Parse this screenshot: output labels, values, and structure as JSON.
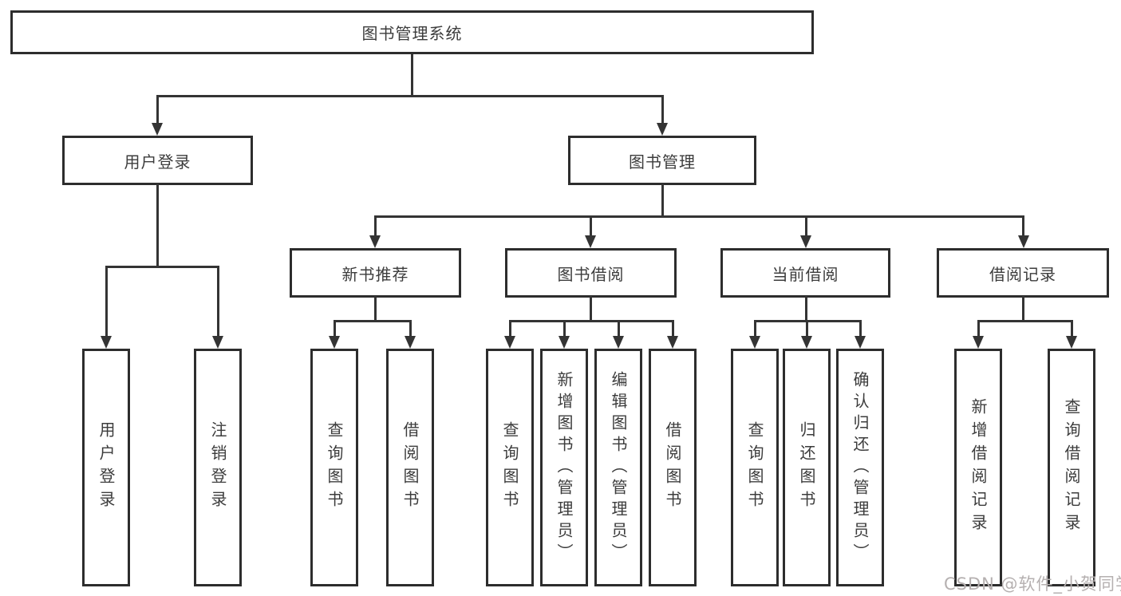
{
  "diagram_title": "图书管理系统",
  "tree": {
    "label": "图书管理系统",
    "children": [
      {
        "label": "用户登录",
        "children": [
          {
            "label": "用户登录"
          },
          {
            "label": "注销登录"
          }
        ]
      },
      {
        "label": "图书管理",
        "children": [
          {
            "label": "新书推荐",
            "children": [
              {
                "label": "查询图书"
              },
              {
                "label": "借阅图书"
              }
            ]
          },
          {
            "label": "图书借阅",
            "children": [
              {
                "label": "查询图书"
              },
              {
                "label": "新增图书（管理员）"
              },
              {
                "label": "编辑图书（管理员）"
              },
              {
                "label": "借阅图书"
              }
            ]
          },
          {
            "label": "当前借阅",
            "children": [
              {
                "label": "查询图书"
              },
              {
                "label": "归还图书"
              },
              {
                "label": "确认归还（管理员）"
              }
            ]
          },
          {
            "label": "借阅记录",
            "children": [
              {
                "label": "新增借阅记录"
              },
              {
                "label": "查询借阅记录"
              }
            ]
          }
        ]
      }
    ]
  },
  "watermark": {
    "text": "CSDN @软件_小贺同学"
  },
  "colors": {
    "line": "#343434",
    "box_border": "#2d2d2d",
    "box_background": "#ffffff",
    "text": "#3c3c3c",
    "watermark_text": "#b5b0b0"
  }
}
